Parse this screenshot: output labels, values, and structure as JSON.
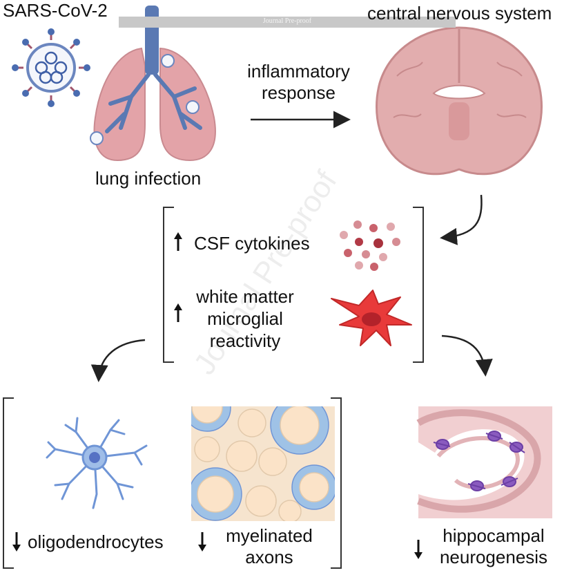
{
  "header": {
    "left_title": "SARS-CoV-2",
    "right_title": "central nervous system",
    "banner_text": "Journal Pre-proof"
  },
  "top": {
    "lung_label": "lung infection",
    "arrow_label_line1": "inflammatory",
    "arrow_label_line2": "response"
  },
  "middle": {
    "item1": "CSF cytokines",
    "item2_line1": "white matter",
    "item2_line2": "microglial",
    "item2_line3": "reactivity"
  },
  "bottom": {
    "oligo": "oligodendrocytes",
    "myelin_line1": "myelinated",
    "myelin_line2": "axons",
    "hippo_line1": "hippocampal",
    "hippo_line2": "neurogenesis"
  },
  "watermark": "Journal Pre-proof",
  "colors": {
    "lung": "#e3a3a8",
    "airway": "#5a79b3",
    "brain": "#e2adae",
    "cytokine": "#b23a46",
    "microglia": "#e83a3a",
    "oligodendrocyte": "#8fb3e3",
    "myelin": "#9fc2e6",
    "axon": "#fbe3c8",
    "hippocampus": "#f1cfd1",
    "neuron": "#8a5bbf"
  }
}
